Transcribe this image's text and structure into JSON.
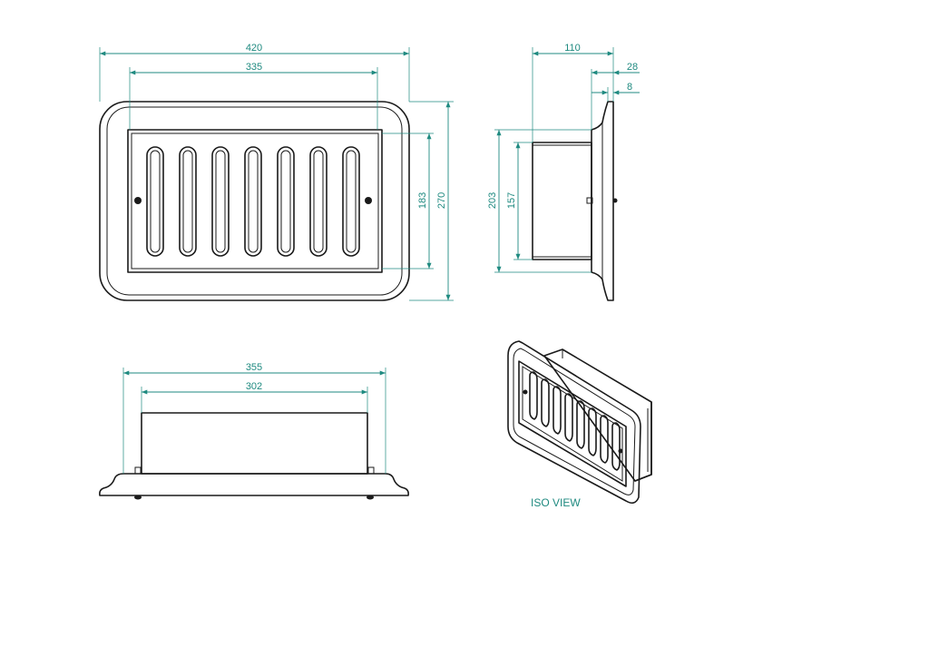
{
  "front_view": {
    "dim_overall_width": "420",
    "dim_inner_width": "335",
    "dim_inner_height": "183",
    "dim_overall_height": "270"
  },
  "side_view": {
    "dim_depth": "110",
    "dim_flange_depth": "28",
    "dim_flange_thickness": "8",
    "dim_outer_height": "203",
    "dim_body_height": "157"
  },
  "bottom_view": {
    "dim_flange_width": "355",
    "dim_body_width": "302"
  },
  "iso_view": {
    "label": "ISO VIEW"
  },
  "colors": {
    "dimension": "#1f8a80",
    "outline": "#1a1a1a"
  }
}
